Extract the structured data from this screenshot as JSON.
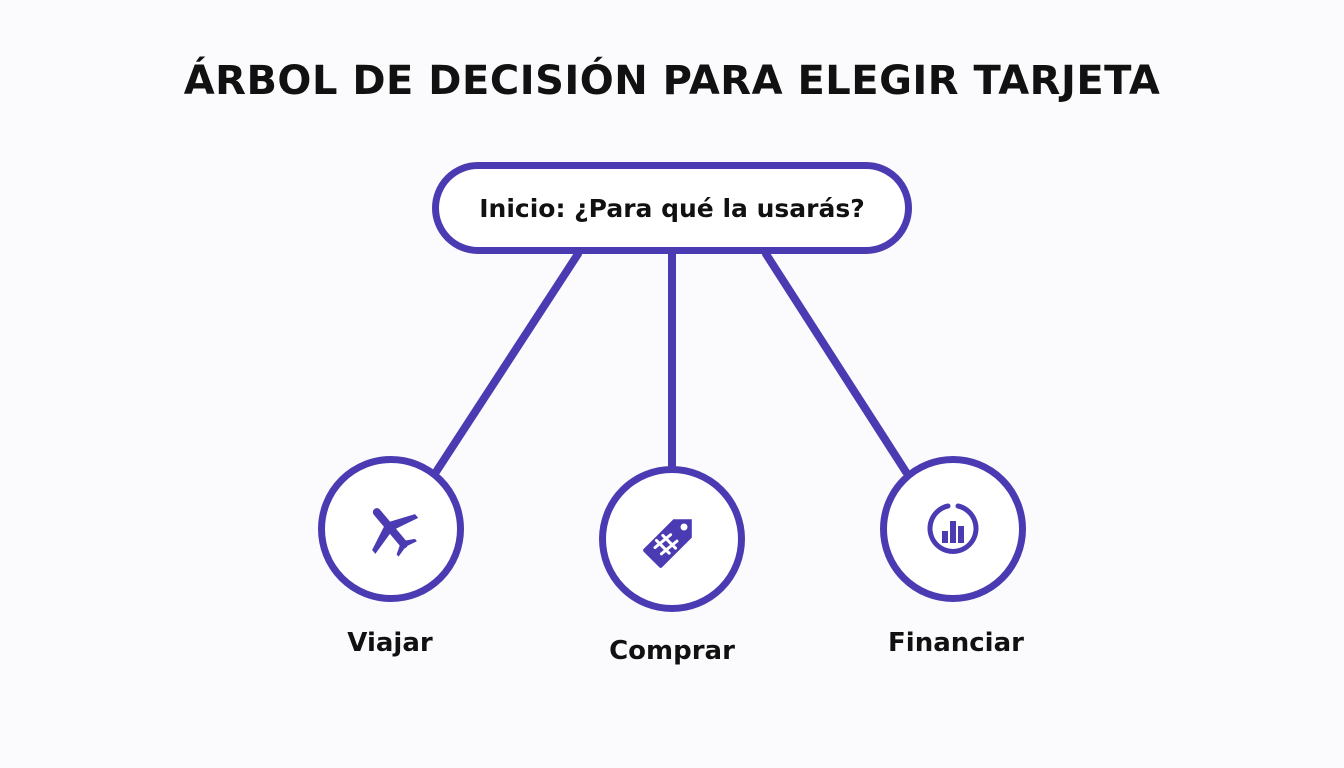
{
  "title": "ÁRBOL DE DECISIÓN PARA ELEGIR TARJETA",
  "colors": {
    "accent": "#4a3bb3",
    "text": "#111111",
    "background": "#fbfbfd"
  },
  "root": {
    "label": "Inicio: ¿Para qué la usarás?"
  },
  "options": [
    {
      "label": "Viajar",
      "icon": "airplane-icon"
    },
    {
      "label": "Comprar",
      "icon": "price-tag-icon"
    },
    {
      "label": "Financiar",
      "icon": "bar-chart-icon"
    }
  ]
}
